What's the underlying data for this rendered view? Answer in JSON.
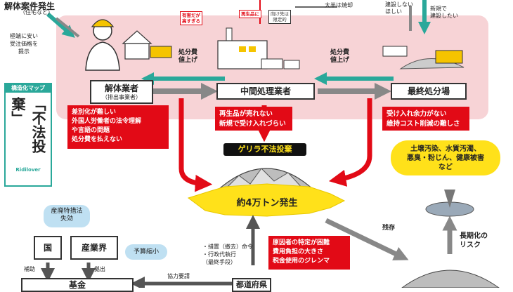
{
  "top_left": {
    "title": "解体案件発生",
    "subtitle": "（住宅など）",
    "note_lines": [
      "極端に安い",
      "受注価格を",
      "提示"
    ]
  },
  "side_badge": {
    "header": "構造化マップ",
    "title": "「不法投棄」",
    "logo_text": "Ridilover"
  },
  "nodes": {
    "demolisher": {
      "title": "解体業者",
      "sub": "（排出事業者）"
    },
    "intermediate": {
      "title": "中間処理業者"
    },
    "final": {
      "title": "最終処分場"
    }
  },
  "price_up_left": [
    "処分費",
    "値上げ"
  ],
  "price_up_right": [
    "処分費",
    "値上げ"
  ],
  "factory_tags": {
    "harmful": [
      "有害だが",
      "高すぎる"
    ],
    "recycled": [
      "再生品に"
    ],
    "destination": [
      "向け先は",
      "限定的"
    ]
  },
  "top_right": {
    "burn_note": [
      "大半は焼却"
    ],
    "no_build": [
      "建設しない",
      "ほしい"
    ],
    "new_build": [
      "新規で",
      "建設したい"
    ]
  },
  "problems": {
    "demolisher": [
      "差別化が難しい",
      "外国人労働者の法令理解",
      "や言語の問題",
      "処分費を払えない"
    ],
    "intermediate": [
      "再生品が売れない",
      "新規で受け入れづらい"
    ],
    "final": [
      "受け入れ余力がない",
      "維持コスト削減の難しさ"
    ]
  },
  "dumping": {
    "banner": "ゲリラ不法投棄",
    "amount": "約4万トン発生"
  },
  "damage": {
    "lines": [
      "土壌汚染、水質汚濁、",
      "悪臭・粉じん、健康被害",
      "など"
    ]
  },
  "long_term": [
    "長期化の",
    "リスク"
  ],
  "residual": "残存",
  "law_cloud": [
    "産廃特措法",
    "失効"
  ],
  "budget_cloud": "予算縮小",
  "government": {
    "country": "国",
    "industry": "産業界",
    "fund": "基金",
    "subsidy": "補助",
    "contribution": "拠出",
    "cooperation": "協力要請",
    "measures": [
      "・措置（撤去）命令",
      "・行政代執行",
      "（最終手段）"
    ],
    "local_gov": "都道府県"
  },
  "admin_problems": [
    "原因者の特定が困難",
    "費用負担の大きさ",
    "税金使用のジレンマ"
  ],
  "colors": {
    "red": "#e20a16",
    "pink_zone": "#f7d3d6",
    "teal_arrow": "#2aa89a",
    "gray_arrow": "#888888",
    "yellow": "#ffe11a",
    "blue_cloud": "#bfe0f2"
  }
}
